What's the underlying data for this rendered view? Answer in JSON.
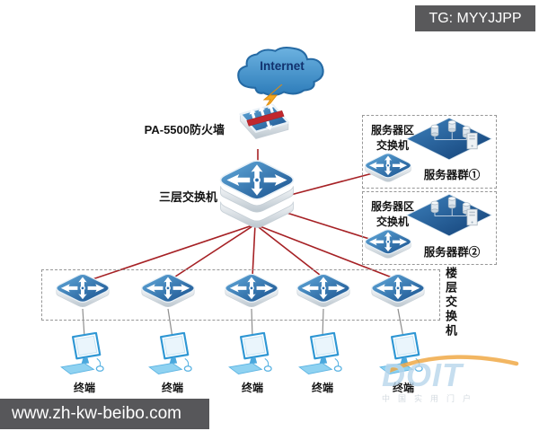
{
  "badge": {
    "label": "TG: MYYJJPP"
  },
  "diagram": {
    "internet": {
      "label": "Internet"
    },
    "firewall": {
      "label": "PA-5500防火墙"
    },
    "core_switch": {
      "label": "三层交换机"
    },
    "server_areas": [
      {
        "switch_label_line1": "服务器区",
        "switch_label_line2": "交换机",
        "group_label": "服务器群①"
      },
      {
        "switch_label_line1": "服务器区",
        "switch_label_line2": "交换机",
        "group_label": "服务器群②"
      }
    ],
    "floor_switches": {
      "label": "楼层交换机",
      "count": 5
    },
    "terminals": {
      "labels": [
        "终端",
        "终端",
        "终端",
        "终端",
        "终端"
      ]
    }
  },
  "watermarks": {
    "site_bar": "www.zh-kw-beibo.com",
    "logo": "DOIT",
    "logo_subtext": "中国实用门户"
  },
  "colors": {
    "connection_red": "#a62125",
    "connection_gray": "#8e8e8e",
    "switch_blue": "#2a6fae",
    "badge_bg": "#59595b",
    "cloud_blue": "#3c86c2",
    "lightning_orange": "#f6a81f",
    "doit_blue": "#b9d6ec",
    "doit_orange": "#f0a43c"
  }
}
